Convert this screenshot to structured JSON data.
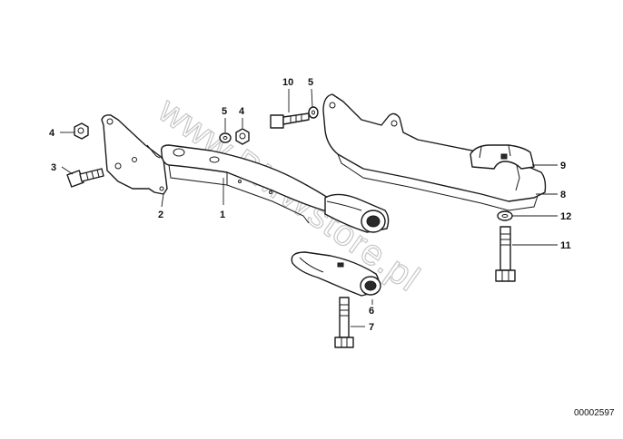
{
  "watermark": "www.BMWstore.pl",
  "diagram_id": "00002597",
  "callouts": {
    "c1": "1",
    "c2": "2",
    "c3": "3",
    "c4a": "4",
    "c4b": "4",
    "c5a": "5",
    "c5b": "5",
    "c6": "6",
    "c7": "7",
    "c8": "8",
    "c9": "9",
    "c10": "10",
    "c11": "11",
    "c12": "12"
  }
}
